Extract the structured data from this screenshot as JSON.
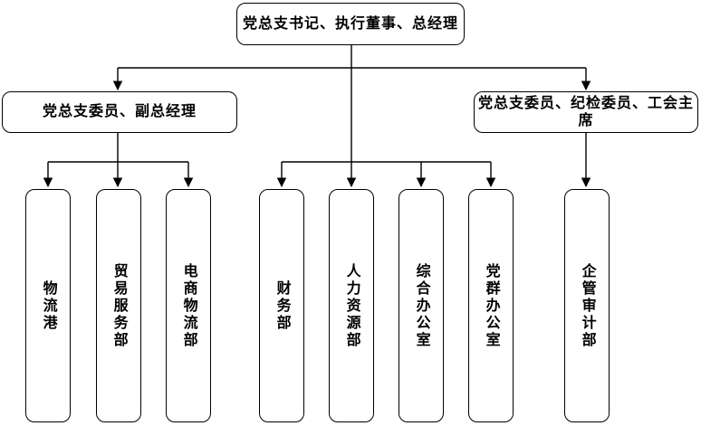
{
  "org_chart": {
    "type": "org-tree",
    "root": {
      "label": "党总支书记、执行董事、总经理"
    },
    "level2": [
      {
        "label": "党总支委员、副总经理"
      },
      {
        "label": "党总支委员、纪检委员、工会主席"
      }
    ],
    "departments": [
      {
        "label": "物流港",
        "parent": "党总支委员、副总经理"
      },
      {
        "label": "贸易服务部",
        "parent": "党总支委员、副总经理"
      },
      {
        "label": "电商物流部",
        "parent": "党总支委员、副总经理"
      },
      {
        "label": "财务部",
        "parent": "党总支书记、执行董事、总经理"
      },
      {
        "label": "人力资源部",
        "parent": "党总支书记、执行董事、总经理"
      },
      {
        "label": "综合办公室",
        "parent": "党总支书记、执行董事、总经理"
      },
      {
        "label": "党群办公室",
        "parent": "党总支书记、执行董事、总经理"
      },
      {
        "label": "企管审计部",
        "parent": "党总支委员、纪检委员、工会主席"
      }
    ],
    "colors": {
      "line": "#000000",
      "box_border": "#000000",
      "box_fill": "#ffffff",
      "text": "#000000",
      "background": "#ffffff"
    }
  }
}
